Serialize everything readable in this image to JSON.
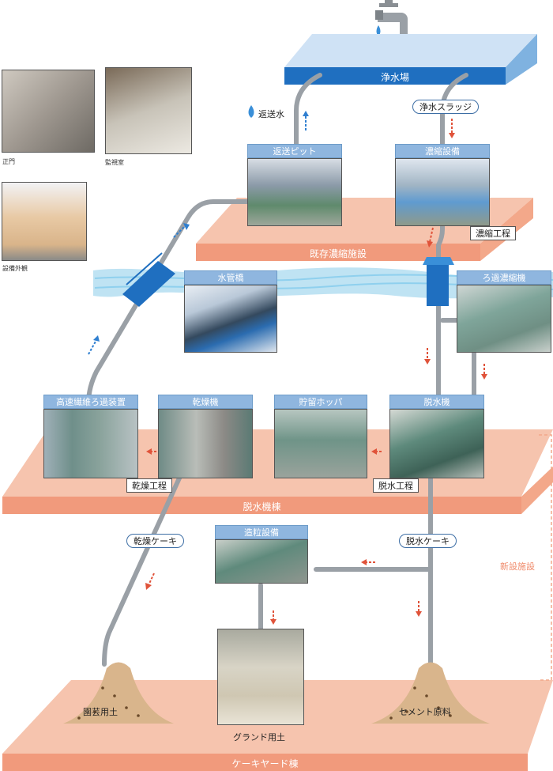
{
  "top": {
    "station": "浄水場"
  },
  "photos_left": {
    "gate": "正門",
    "monitor": "監視室",
    "exterior": "設備外観"
  },
  "labels": {
    "return_water": "返送水",
    "sludge": "浄水スラッジ",
    "return_pit": "返送ピット",
    "thickener": "濃縮設備",
    "thicken_process": "濃縮工程",
    "existing": "既存濃縮施設",
    "water_bridge": "水管橋",
    "filter_thickener": "ろ過濃縮機",
    "high_speed_filter": "高速繊維ろ過装置",
    "dryer": "乾燥機",
    "hopper": "貯留ホッパ",
    "dehydrator": "脱水機",
    "dry_process": "乾燥工程",
    "dehydr_process": "脱水工程",
    "dehydr_building": "脱水機棟",
    "dry_cake": "乾燥ケーキ",
    "granulator": "造粒設備",
    "dehydr_cake": "脱水ケーキ",
    "new_facility": "新設施設",
    "garden_soil": "園芸用土",
    "ground_soil": "グランド用土",
    "cement": "セメント原料",
    "cake_yard": "ケーキヤード棟"
  },
  "colors": {
    "platform": "#f4b39c",
    "platform_front": "#f19a7c",
    "title_bar": "#8fb6df",
    "pipe": "#9aa0a6",
    "arrow_red": "#e0533a",
    "arrow_blue": "#2f7fd0"
  }
}
